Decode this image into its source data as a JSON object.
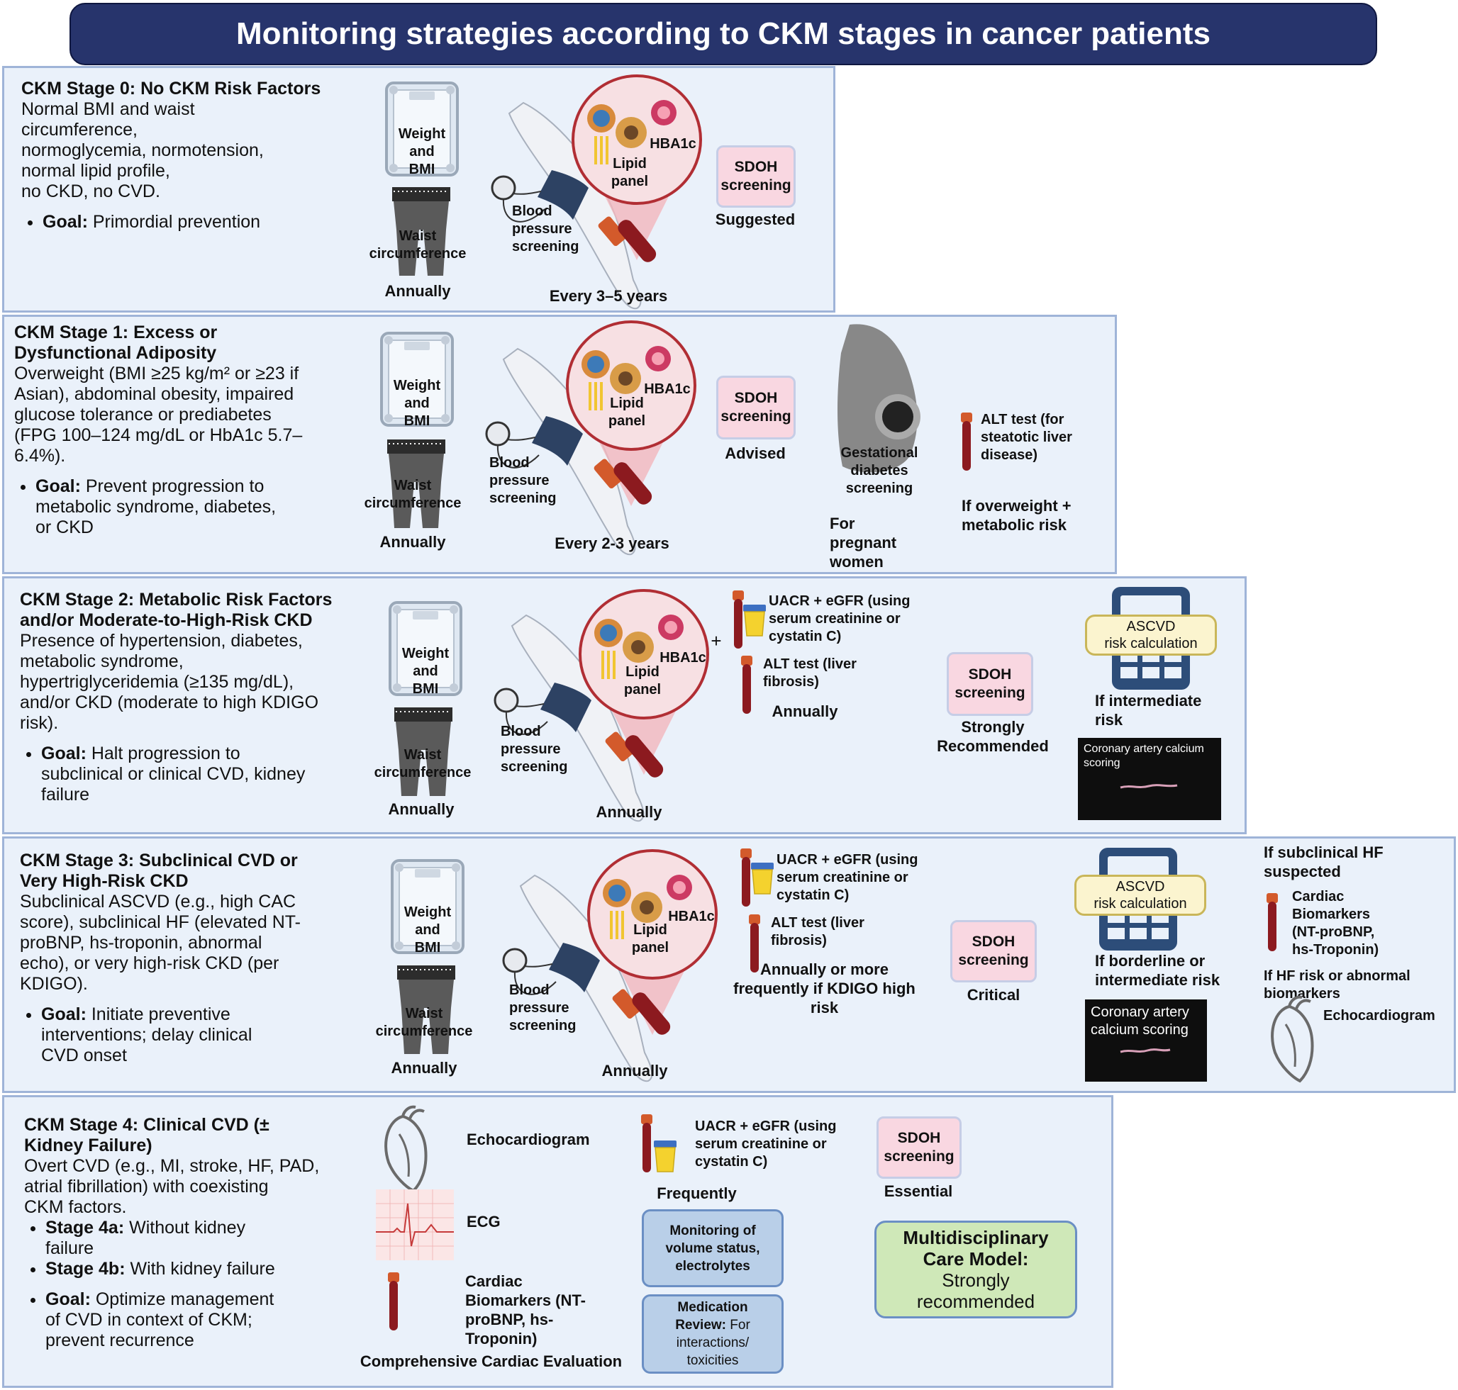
{
  "title": "Monitoring strategies according to CKM stages in cancer patients",
  "common": {
    "weight_bmi": "Weight\nand\nBMI",
    "waist": "Waist\ncircumference",
    "bp": "Blood\npressure\nscreening",
    "lipid": "Lipid\npanel",
    "hba1c": "HBA1c",
    "sdoh": "SDOH\nscreening",
    "uacr": "UACR + eGFR (using\nserum creatinine or\ncystatin C)",
    "alt_liver_fibrosis": "ALT test (liver\nfibrosis)",
    "ascvd": "ASCVD\nrisk calculation",
    "cac": "Coronary artery calcium\nscoring",
    "cac_large": "Coronary artery\ncalcium scoring",
    "plus": "+"
  },
  "stage0": {
    "heading": "CKM Stage 0: No CKM Risk Factors",
    "desc": "Normal BMI and waist\ncircumference,\nnormoglycemia, normotension,\nnormal lipid profile,\nno CKD, no CVD.",
    "goal_label": "Goal:",
    "goal_text": " Primordial prevention",
    "freq_body": "Annually",
    "freq_labs": "Every 3–5 years",
    "sdoh_level": "Suggested"
  },
  "stage1": {
    "heading": "CKM Stage 1: Excess or\nDysfunctional Adiposity",
    "desc": "Overweight (BMI ≥25 kg/m² or ≥23 if\nAsian), abdominal obesity, impaired\nglucose tolerance or prediabetes\n(FPG 100–124 mg/dL or HbA1c 5.7–\n6.4%).",
    "goal_label": "Goal:",
    "goal_text": "  Prevent progression to\nmetabolic syndrome, diabetes,\nor CKD",
    "freq_body": "Annually",
    "freq_labs": "Every 2-3 years",
    "sdoh_level": "Advised",
    "gestational": "Gestational\ndiabetes\nscreening",
    "pregnant": "For\npregnant\nwomen",
    "alt": "ALT test (for\nsteatotic liver\ndisease)",
    "alt_cond": "If overweight +\nmetabolic risk"
  },
  "stage2": {
    "heading": "CKM Stage 2: Metabolic Risk Factors\nand/or Moderate-to-High-Risk CKD",
    "desc": "Presence of hypertension, diabetes,\nmetabolic syndrome,\nhypertriglyceridemia (≥135 mg/dL),\nand/or CKD (moderate to high KDIGO\nrisk).",
    "goal_label": "Goal:",
    "goal_text": " Halt progression to\nsubclinical or clinical CVD, kidney\nfailure",
    "freq_body": "Annually",
    "freq_labs": "Annually",
    "freq_kidney": "Annually",
    "sdoh_level": "Strongly\nRecommended",
    "ascvd_cond": "If intermediate\nrisk"
  },
  "stage3": {
    "heading": "CKM Stage 3: Subclinical CVD or\nVery High-Risk CKD",
    "desc": "Subclinical ASCVD (e.g., high CAC\nscore), subclinical HF (elevated NT-\nproBNP, hs-troponin, abnormal\necho), or very high-risk CKD (per\nKDIGO).",
    "goal_label": "Goal:",
    "goal_text": " Initiate preventive\ninterventions; delay clinical\nCVD onset",
    "freq_body": "Annually",
    "freq_labs": "Annually",
    "freq_kidney": "Annually or more\nfrequently if KDIGO high\nrisk",
    "sdoh_level": "Critical",
    "ascvd_cond": "If borderline or\nintermediate risk",
    "hf_suspected": "If subclinical HF\nsuspected",
    "biomarkers": "Cardiac\nBiomarkers\n(NT-proBNP,\nhs-Troponin)",
    "hf_risk": "If HF risk or abnormal\nbiomarkers",
    "echo": "Echocardiogram"
  },
  "stage4": {
    "heading": "CKM Stage 4: Clinical CVD (±\nKidney Failure)",
    "desc": "Overt CVD (e.g., MI, stroke, HF, PAD,\natrial fibrillation) with coexisting\nCKM factors.",
    "s4a_label": "Stage 4a:",
    "s4a_text": " Without kidney\nfailure",
    "s4b_label": "Stage 4b:",
    "s4b_text": " With kidney failure",
    "goal_label": "Goal:",
    "goal_text": " Optimize management\nof CVD in context of CKM;\nprevent recurrence",
    "echo": "Echocardiogram",
    "ecg": "ECG",
    "biomarkers": "Cardiac\nBiomarkers (NT-\nproBNP, hs-\nTroponin)",
    "comprehensive": "Comprehensive Cardiac Evaluation",
    "freq_kidney": "Frequently",
    "volume_box": "Monitoring of\nvolume status,\nelectrolytes",
    "med_label": "Medication\nReview:",
    "med_text": " For\ninteractions/\ntoxicities",
    "sdoh_level": "Essential",
    "multi_label": "Multidisciplinary\nCare Model:",
    "multi_text": "Strongly\nrecommended"
  },
  "colors": {
    "title_bg": "#27346c",
    "panel_bg": "#eaf1fa",
    "panel_border": "#9fb4d8",
    "sdoh_bg": "#f9d7e1",
    "ascvd_bg": "#fbf4cf",
    "blue_box": "#b9cfe8",
    "green_box": "#cfe8b8",
    "tube_red": "#b8332c"
  }
}
